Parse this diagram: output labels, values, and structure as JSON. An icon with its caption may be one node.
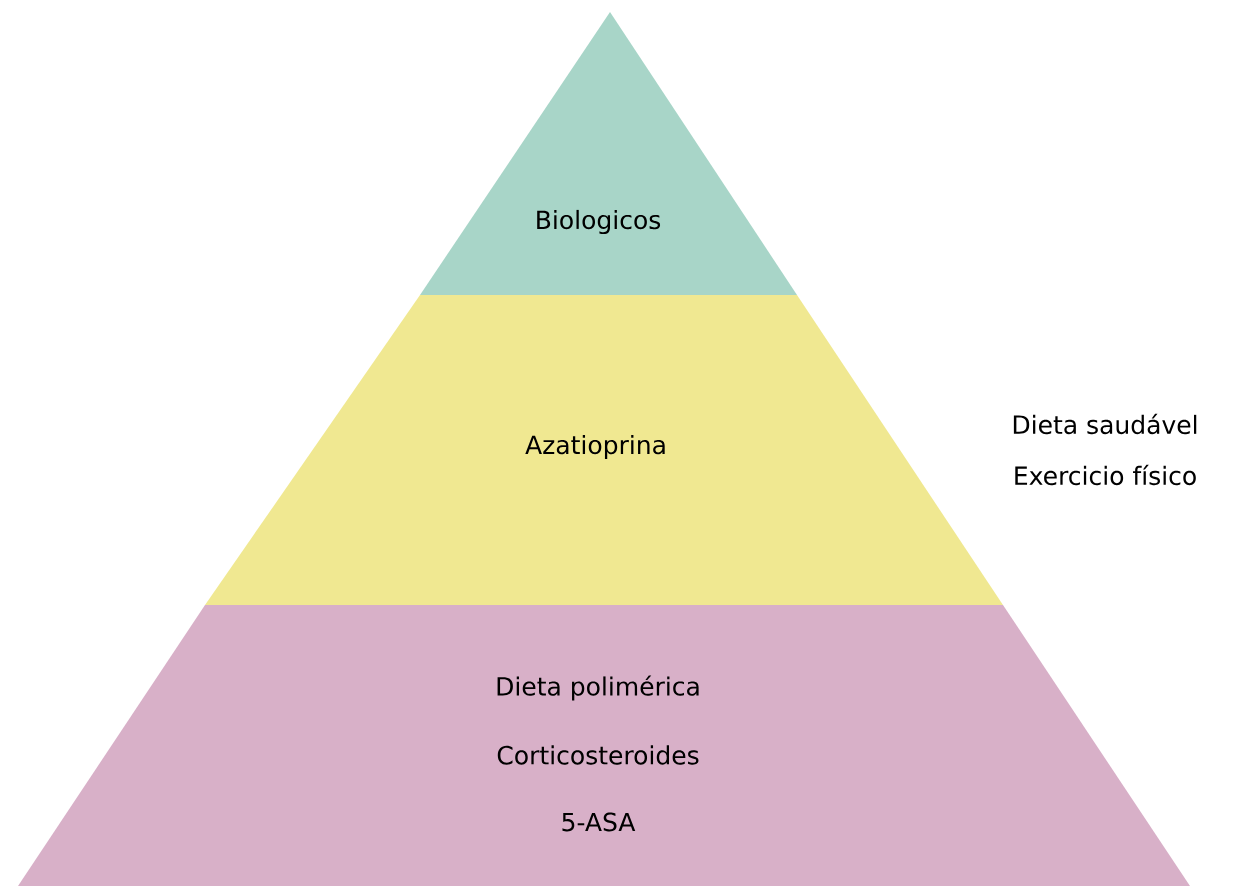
{
  "diagram": {
    "nodes": [
      {
        "text": [
          "Biologicos"
        ]
      },
      {
        "text": [
          "Azatioprina"
        ]
      },
      {
        "text": [
          "Dieta polimérica",
          "Corticosteroides",
          "5-ASA"
        ]
      }
    ],
    "labels": [
      "Dieta saudável",
      "Exercicio físico"
    ]
  }
}
